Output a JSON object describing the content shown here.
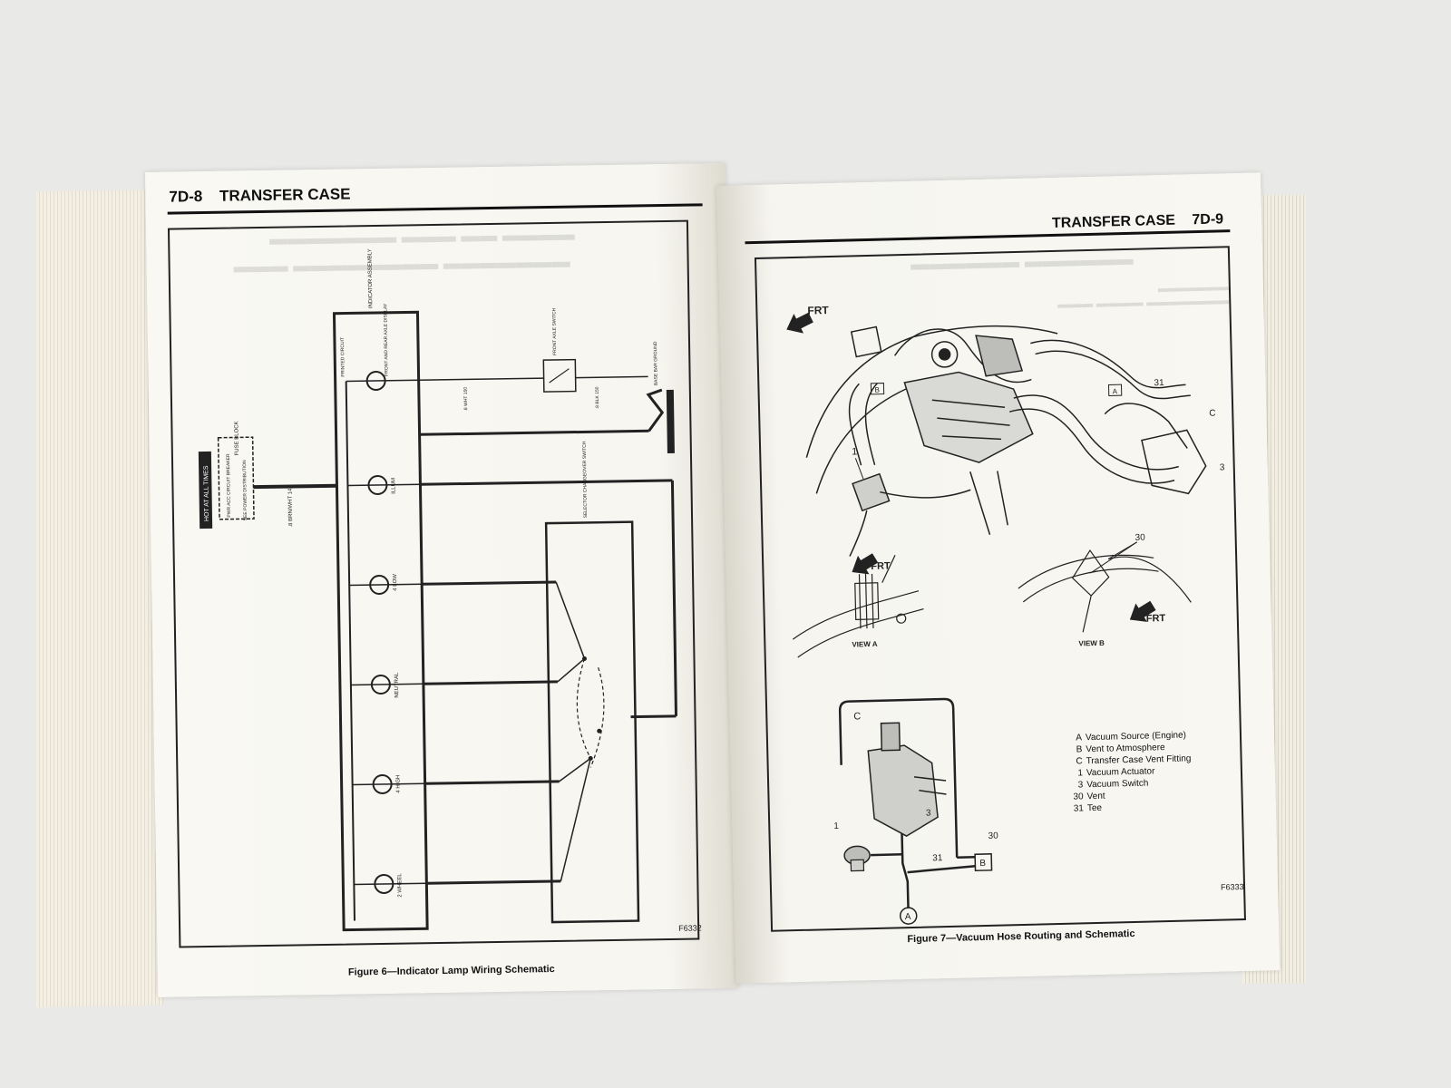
{
  "left_page": {
    "page_number": "7D-8",
    "section_title": "TRANSFER CASE",
    "figure_code": "F6332",
    "caption": "Figure 6—Indicator Lamp Wiring Schematic",
    "schematic": {
      "hot_label": "HOT AT ALL TIMES",
      "fuse_block": "FUSE BLOCK",
      "power_dist": "SEE POWER DISTRIBUTION",
      "breaker": "PWR ACC CIRCUIT BREAKER",
      "wire_main": ".8 BRN/WHT 141",
      "indicator_assembly": "INDICATOR ASSEMBLY",
      "printed_circuit": "PRINTED CIRCUIT",
      "lamps": [
        "FRONT AND REAR AXLE DISPLAY",
        "ILLUM",
        "4 LOW",
        "NEUTRAL",
        "4 HIGH",
        "2 WHEEL"
      ],
      "selector_switch": "SELECTOR CHANGEOVER SWITCH",
      "axle_switch": "FRONT AXLE SWITCH",
      "ground": "BASE BAR GROUND",
      "wire_wht": ".8 WHT 150",
      "wire_blk": ".8 BLK 150"
    }
  },
  "right_page": {
    "page_number": "7D-9",
    "section_title": "TRANSFER CASE",
    "figure_code": "F6333",
    "caption": "Figure 7—Vacuum Hose Routing and Schematic",
    "callouts": {
      "frt": "FRT",
      "view_a": "VIEW A",
      "view_b": "VIEW B",
      "n1": "1",
      "n3": "3",
      "n30": "30",
      "n31": "31",
      "c": "C",
      "a": "A",
      "b": "B"
    },
    "legend": [
      {
        "key": "A",
        "text": "Vacuum Source (Engine)"
      },
      {
        "key": "B",
        "text": "Vent to Atmosphere"
      },
      {
        "key": "C",
        "text": "Transfer Case Vent Fitting"
      },
      {
        "key": "1",
        "text": "Vacuum Actuator"
      },
      {
        "key": "3",
        "text": "Vacuum Switch"
      },
      {
        "key": "30",
        "text": "Vent"
      },
      {
        "key": "31",
        "text": "Tee"
      }
    ]
  }
}
